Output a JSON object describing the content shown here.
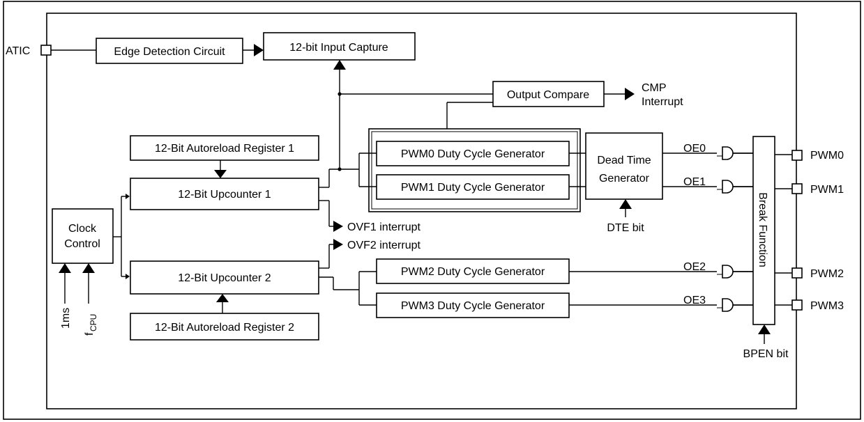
{
  "pins": {
    "atic": "ATIC",
    "pwm0": "PWM0",
    "pwm1": "PWM1",
    "pwm2": "PWM2",
    "pwm3": "PWM3"
  },
  "blocks": {
    "edge_detection": "Edge Detection Circuit",
    "input_capture": "12-bit Input  Capture",
    "output_compare": "Output Compare",
    "autoreload_1": "12-Bit Autoreload Register 1",
    "autoreload_2": "12-Bit Autoreload Register 2",
    "upcounter_1": "12-Bit Upcounter 1",
    "upcounter_2": "12-Bit Upcounter 2",
    "clock_control_line1": "Clock",
    "clock_control_line2": "Control",
    "pwm0_gen": "PWM0 Duty Cycle Generator",
    "pwm1_gen": "PWM1 Duty Cycle Generator",
    "pwm2_gen": "PWM2 Duty Cycle Generator",
    "pwm3_gen": "PWM3 Duty Cycle Generator",
    "dead_time_line1": "Dead Time",
    "dead_time_line2": "Generator",
    "break_function": "Break Function"
  },
  "signals": {
    "cmp_line1": "CMP",
    "cmp_line2": "Interrupt",
    "ovf1": "OVF1 interrupt",
    "ovf2": "OVF2 interrupt",
    "dte_bit": "DTE bit",
    "bpen_bit": "BPEN bit",
    "oe0": "OE0",
    "oe1": "OE1",
    "oe2": "OE2",
    "oe3": "OE3",
    "clk_1ms": "1ms",
    "fcpu_main": "f",
    "fcpu_sub": "CPU"
  }
}
